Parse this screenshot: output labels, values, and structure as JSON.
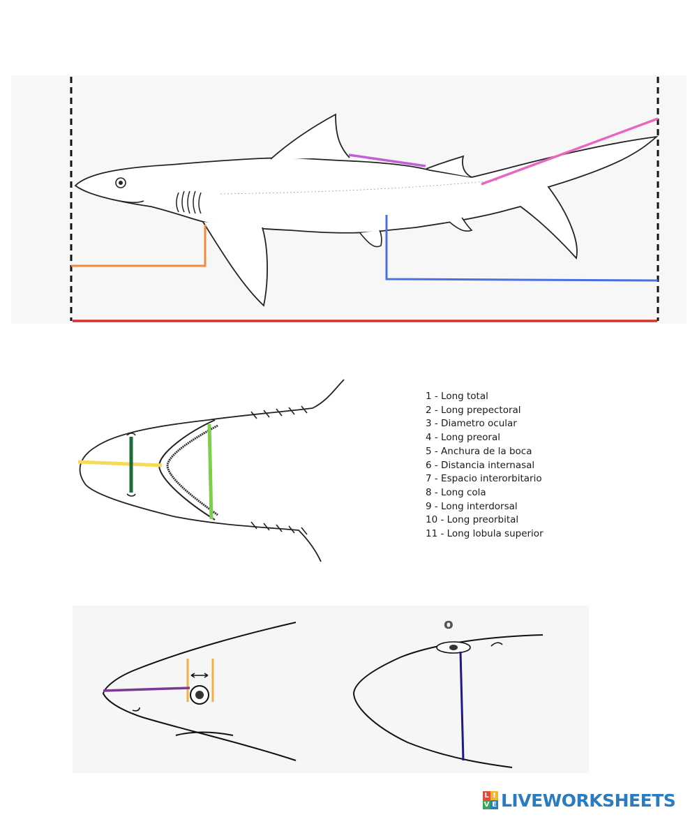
{
  "legend": {
    "items": [
      "1 - Long total",
      "2 - Long prepectoral",
      "3 - Diametro ocular",
      "4 - Long preoral",
      "5 - Anchura de la boca",
      "6 - Distancia internasal",
      "7 - Espacio interorbitario",
      "8 - Long cola",
      "9 - Long interdorsal",
      "10 - Long preorbital",
      "11 - Long lobula superior"
    ]
  },
  "head_view_label": "o",
  "brand": {
    "name": "LIVEWORKSHEETS",
    "icon_letters": [
      "L",
      "I",
      "V",
      "E"
    ]
  },
  "colors": {
    "total_length": "#d8312c",
    "prepectoral": "#f08a3c",
    "tail_length": "#4a6fe0",
    "interdorsal": "#c15fd6",
    "upper_lobe": "#e866c0",
    "preoral": "#f4dc5a",
    "internasal": "#1f6a3a",
    "mouth_width": "#7ccf4a",
    "eye_diameter": "#f3b040",
    "preorbital": "#7a3a94",
    "interorbital": "#1e1a8a",
    "brand_text": "#2a7bbf",
    "brand_icon": [
      "#e8483b",
      "#f5b430",
      "#35a853",
      "#2a7bbf"
    ]
  }
}
